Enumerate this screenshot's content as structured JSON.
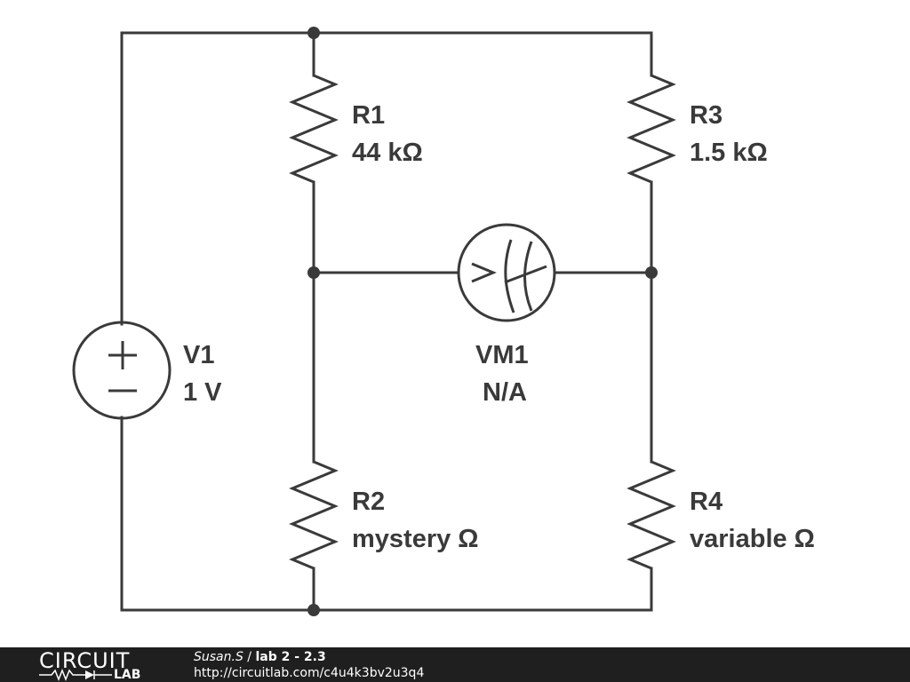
{
  "components": {
    "r1": {
      "name": "R1",
      "value": "44 kΩ"
    },
    "r2": {
      "name": "R2",
      "value": "mystery Ω"
    },
    "r3": {
      "name": "R3",
      "value": "1.5 kΩ"
    },
    "r4": {
      "name": "R4",
      "value": "variable Ω"
    },
    "v1": {
      "name": "V1",
      "value": "1 V"
    },
    "vm1": {
      "name": "VM1",
      "value": "N/A"
    }
  },
  "footer": {
    "logo_top": "CIRCUIT",
    "logo_bottom": "LAB",
    "author": "Susan.S",
    "separator": " / ",
    "project": "lab 2 - 2.3",
    "url": "http://circuitlab.com/c4u4k3bv2u3q4"
  },
  "colors": {
    "ink": "#3a3a3a",
    "footer_bg": "#1f1f1f",
    "footer_text": "#ffffff"
  }
}
